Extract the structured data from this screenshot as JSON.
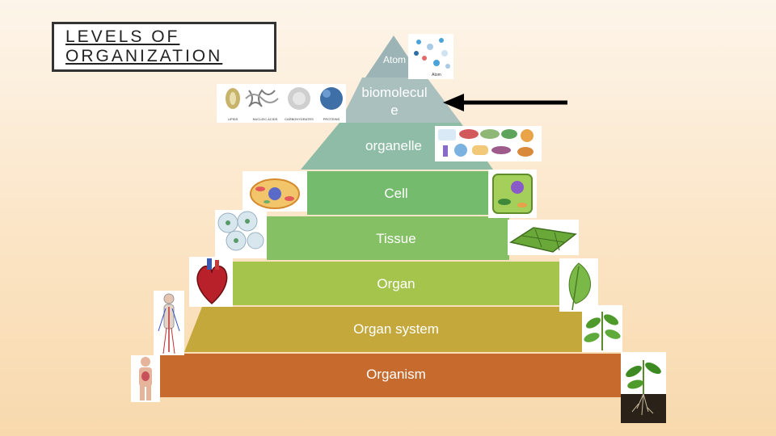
{
  "title": {
    "line1": "LEVELS OF",
    "line2": "ORGANIZATION"
  },
  "levels": [
    {
      "label": "Atom",
      "color": "#9cb4b6"
    },
    {
      "label_line1": "biomolecul",
      "label_line2": "e",
      "color": "#a9c0bf"
    },
    {
      "label": "organelle",
      "color": "#8fbca6"
    },
    {
      "label": "Cell",
      "color": "#74bb6e"
    },
    {
      "label": "Tissue",
      "color": "#85c064"
    },
    {
      "label": "Organ",
      "color": "#a5c44c"
    },
    {
      "label": "Organ system",
      "color": "#c4a83c"
    },
    {
      "label": "Organism",
      "color": "#c66a2e"
    }
  ],
  "images": {
    "atom": {
      "caption": "Atom"
    },
    "biomolecule": {
      "captions": [
        "LIPIDS",
        "NUCLEIC ACIDS",
        "CARBOHYDRATES",
        "PROTEINS"
      ]
    }
  },
  "arrow": {
    "target_level": "biomolecule",
    "color": "#000000"
  }
}
